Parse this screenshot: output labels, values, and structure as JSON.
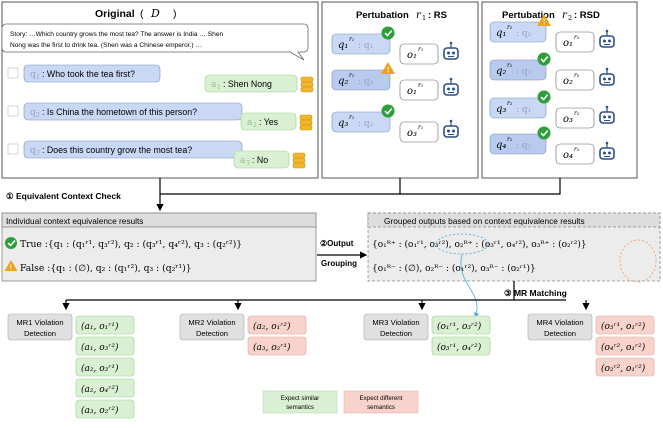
{
  "original": {
    "title": "Original",
    "title_symbol": "D",
    "story": [
      "Story: …Which country grows the most tea? The answer is India … Shen",
      "Nong was the first to drink tea. (Shen was a Chinese emperor.) …"
    ],
    "qas": [
      {
        "q": "q",
        "q_sub": "1",
        "question": ": Who took the tea first?",
        "a": "a",
        "a_sub": "1",
        "answer": ": Shen Nong"
      },
      {
        "q": "q",
        "q_sub": "2",
        "question": ": Is China the hometown of this person?",
        "a": "a",
        "a_sub": "2",
        "answer": ": Yes"
      },
      {
        "q": "q",
        "q_sub": "3",
        "question": ": Does this country grow the most tea?",
        "a": "a",
        "a_sub": "3",
        "answer": ": No"
      }
    ]
  },
  "rs": {
    "title_prefix": "Pertubation",
    "title_r": "r",
    "title_r_sub": "1",
    "title_suffix": ": RS",
    "rows": [
      {
        "q": "q₁",
        "sup": "r₁",
        "rhs": ": q₁",
        "out": "o₁",
        "out_sup": "r₁",
        "status": "check"
      },
      {
        "q": "q₂",
        "sup": "r₁",
        "rhs": ": q₃",
        "out": "o₁",
        "out_sup": "r₁",
        "status": "warn"
      },
      {
        "q": "q₃",
        "sup": "r₁",
        "rhs": ": q₂",
        "out": "o₃",
        "out_sup": "r₁",
        "status": "check"
      }
    ]
  },
  "rsd": {
    "title_prefix": "Pertubation",
    "title_r": "r",
    "title_r_sub": "2",
    "title_suffix": ": RSD",
    "rows": [
      {
        "q": "q₁",
        "sup": "r₂",
        "rhs": ": q₂",
        "out": "o₁",
        "out_sup": "r₂",
        "status": "warn"
      },
      {
        "q": "q₂",
        "sup": "r₂",
        "rhs": ": q₃",
        "out": "o₂",
        "out_sup": "r₂",
        "status": "check"
      },
      {
        "q": "q₃",
        "sup": "r₂",
        "rhs": ": q₁",
        "out": "o₃",
        "out_sup": "r₂",
        "status": "check"
      },
      {
        "q": "q₄",
        "sup": "r₂",
        "rhs": ": q₂",
        "out": "o₄",
        "out_sup": "r₂",
        "status": "check"
      }
    ]
  },
  "step1": "① Equivalent Context Check",
  "individual": {
    "header": "Individual context equivalence results",
    "true_row": "True :{q₁ : (q₁ʳ¹, q₃ʳ²),  q₂ : (q₃ʳ¹, q₄ʳ²),  q₃ : (q₂ʳ²)}",
    "false_row": "False :{q₁ : (∅),          q₂ : (q₁ʳ²),            q₃ : (q₂ʳ¹)}"
  },
  "step2": "②Output",
  "step2b": "Grouping",
  "grouped": {
    "header": "Grouped outputs based on context equivalence results",
    "row1": "{o₁ᴿ⁺ : (o₁ʳ¹, o₃ʳ²),  o₂ᴿ⁺ : (o₃ʳ¹, o₄ʳ²),  o₃ᴿ⁺ : (o₂ʳ²)}",
    "row2": "{o₁ᴿ⁻ : (∅),                 o₂ᴿ⁻ : (o₁ʳ²),                o₃ᴿ⁻ : (o₂ʳ¹)}"
  },
  "step3": "③ MR Matching",
  "mr": [
    {
      "label": "MR1 Violation\nDetection",
      "color": "green",
      "items": [
        "(a₁, o₁ʳ¹)",
        "(a₁, o₃ʳ²)",
        "(a₂, o₃ʳ¹)",
        "(a₂, o₄ʳ²)",
        "(a₃, o₂ʳ²)"
      ]
    },
    {
      "label": "MR2 Violation\nDetection",
      "color": "red",
      "items": [
        "(a₂, o₁ʳ²)",
        "(a₃, o₂ʳ¹)"
      ]
    },
    {
      "label": "MR3 Violation\nDetection",
      "color": "green",
      "items": [
        "(o₁ʳ¹, o₃ʳ²)",
        "(o₃ʳ¹, o₄ʳ²)"
      ]
    },
    {
      "label": "MR4 Violation\nDetection",
      "color": "red",
      "items": [
        "(o₃ʳ¹, o₁ʳ²)",
        "(o₄ʳ², o₁ʳ²)",
        "(o₂ʳ², o₁ʳ²)"
      ]
    }
  ],
  "legend": {
    "similar": "Expect similar\nsemantics",
    "different": "Expect different\nsemantics"
  },
  "colors": {
    "question_fill": "#c9d8f5",
    "answer_fill": "#d9f0d3",
    "diff_fill": "#f8d3cc",
    "panel_fill": "#ececec",
    "green": "#2e9e3b",
    "orange": "#f0a020",
    "robot": "#2c4f8a"
  }
}
